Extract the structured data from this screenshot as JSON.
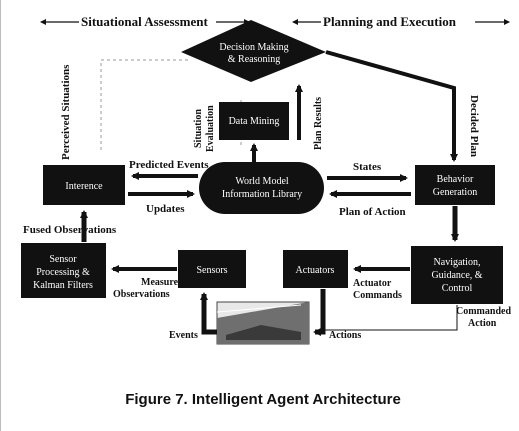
{
  "headers": {
    "situational_assessment": "Situational Assessment",
    "planning_execution": "Planning and Execution"
  },
  "boxes": {
    "decision": [
      "Decision Making",
      "& Reasoning"
    ],
    "data_mining": [
      "Data Mining"
    ],
    "interence": [
      "Interence"
    ],
    "world_model": [
      "World Model",
      "Information Library"
    ],
    "behavior": [
      "Behavior",
      "Generation"
    ],
    "sensor_processing": [
      "Sensor",
      "Processing &",
      "Kalman Filters"
    ],
    "sensors": [
      "Sensors"
    ],
    "actuators": [
      "Actuators"
    ],
    "ngc": [
      "Navigation,",
      "Guidance, &",
      "Control"
    ]
  },
  "labels": {
    "perceived_situations": "Perceived Situations",
    "situation_evaluation": [
      "Situation",
      "Evaluation"
    ],
    "plan_results": "Plan Results",
    "decided_plan": "Decided Plan",
    "predicted_events": "Predicted Events",
    "updates": "Updates",
    "states": "States",
    "plan_of_action": "Plan of Action",
    "fused_observations": "Fused Observations",
    "measured_observations": [
      "Measured",
      "Observations"
    ],
    "actuator_commands": [
      "Actuator",
      "Commands"
    ],
    "commanded_action": [
      "Commanded",
      "Action"
    ],
    "events": "Events",
    "actions": "Actions"
  },
  "caption": "Figure 7.  Intelligent Agent Architecture",
  "colors": {
    "box": "#111111",
    "arrow": "#111111",
    "dashed": "#9a9a9a",
    "text_on_box": "#ffffff"
  }
}
